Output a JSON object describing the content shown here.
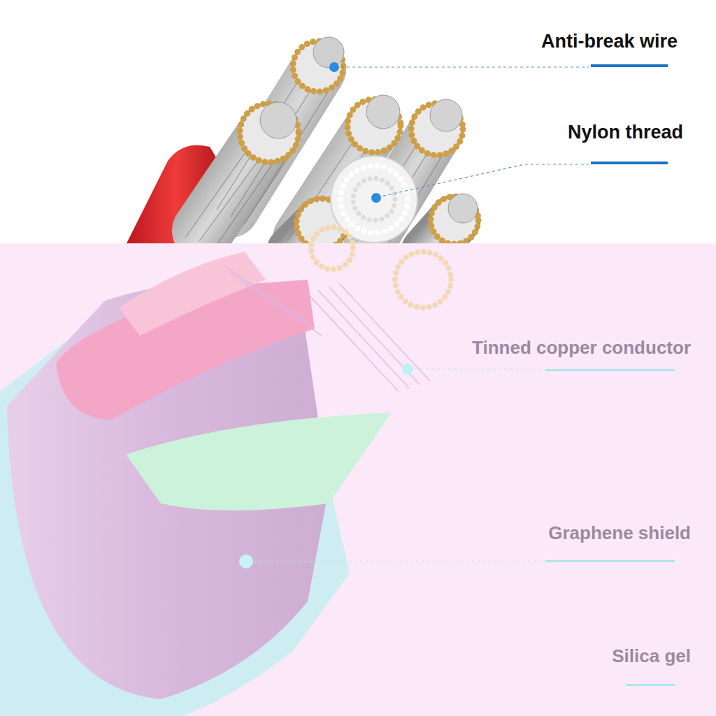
{
  "diagram": {
    "labels": [
      "Anti-break wire",
      "Nylon thread",
      "Tinned copper conductor",
      "Graphene shield",
      "Silica gel"
    ]
  }
}
